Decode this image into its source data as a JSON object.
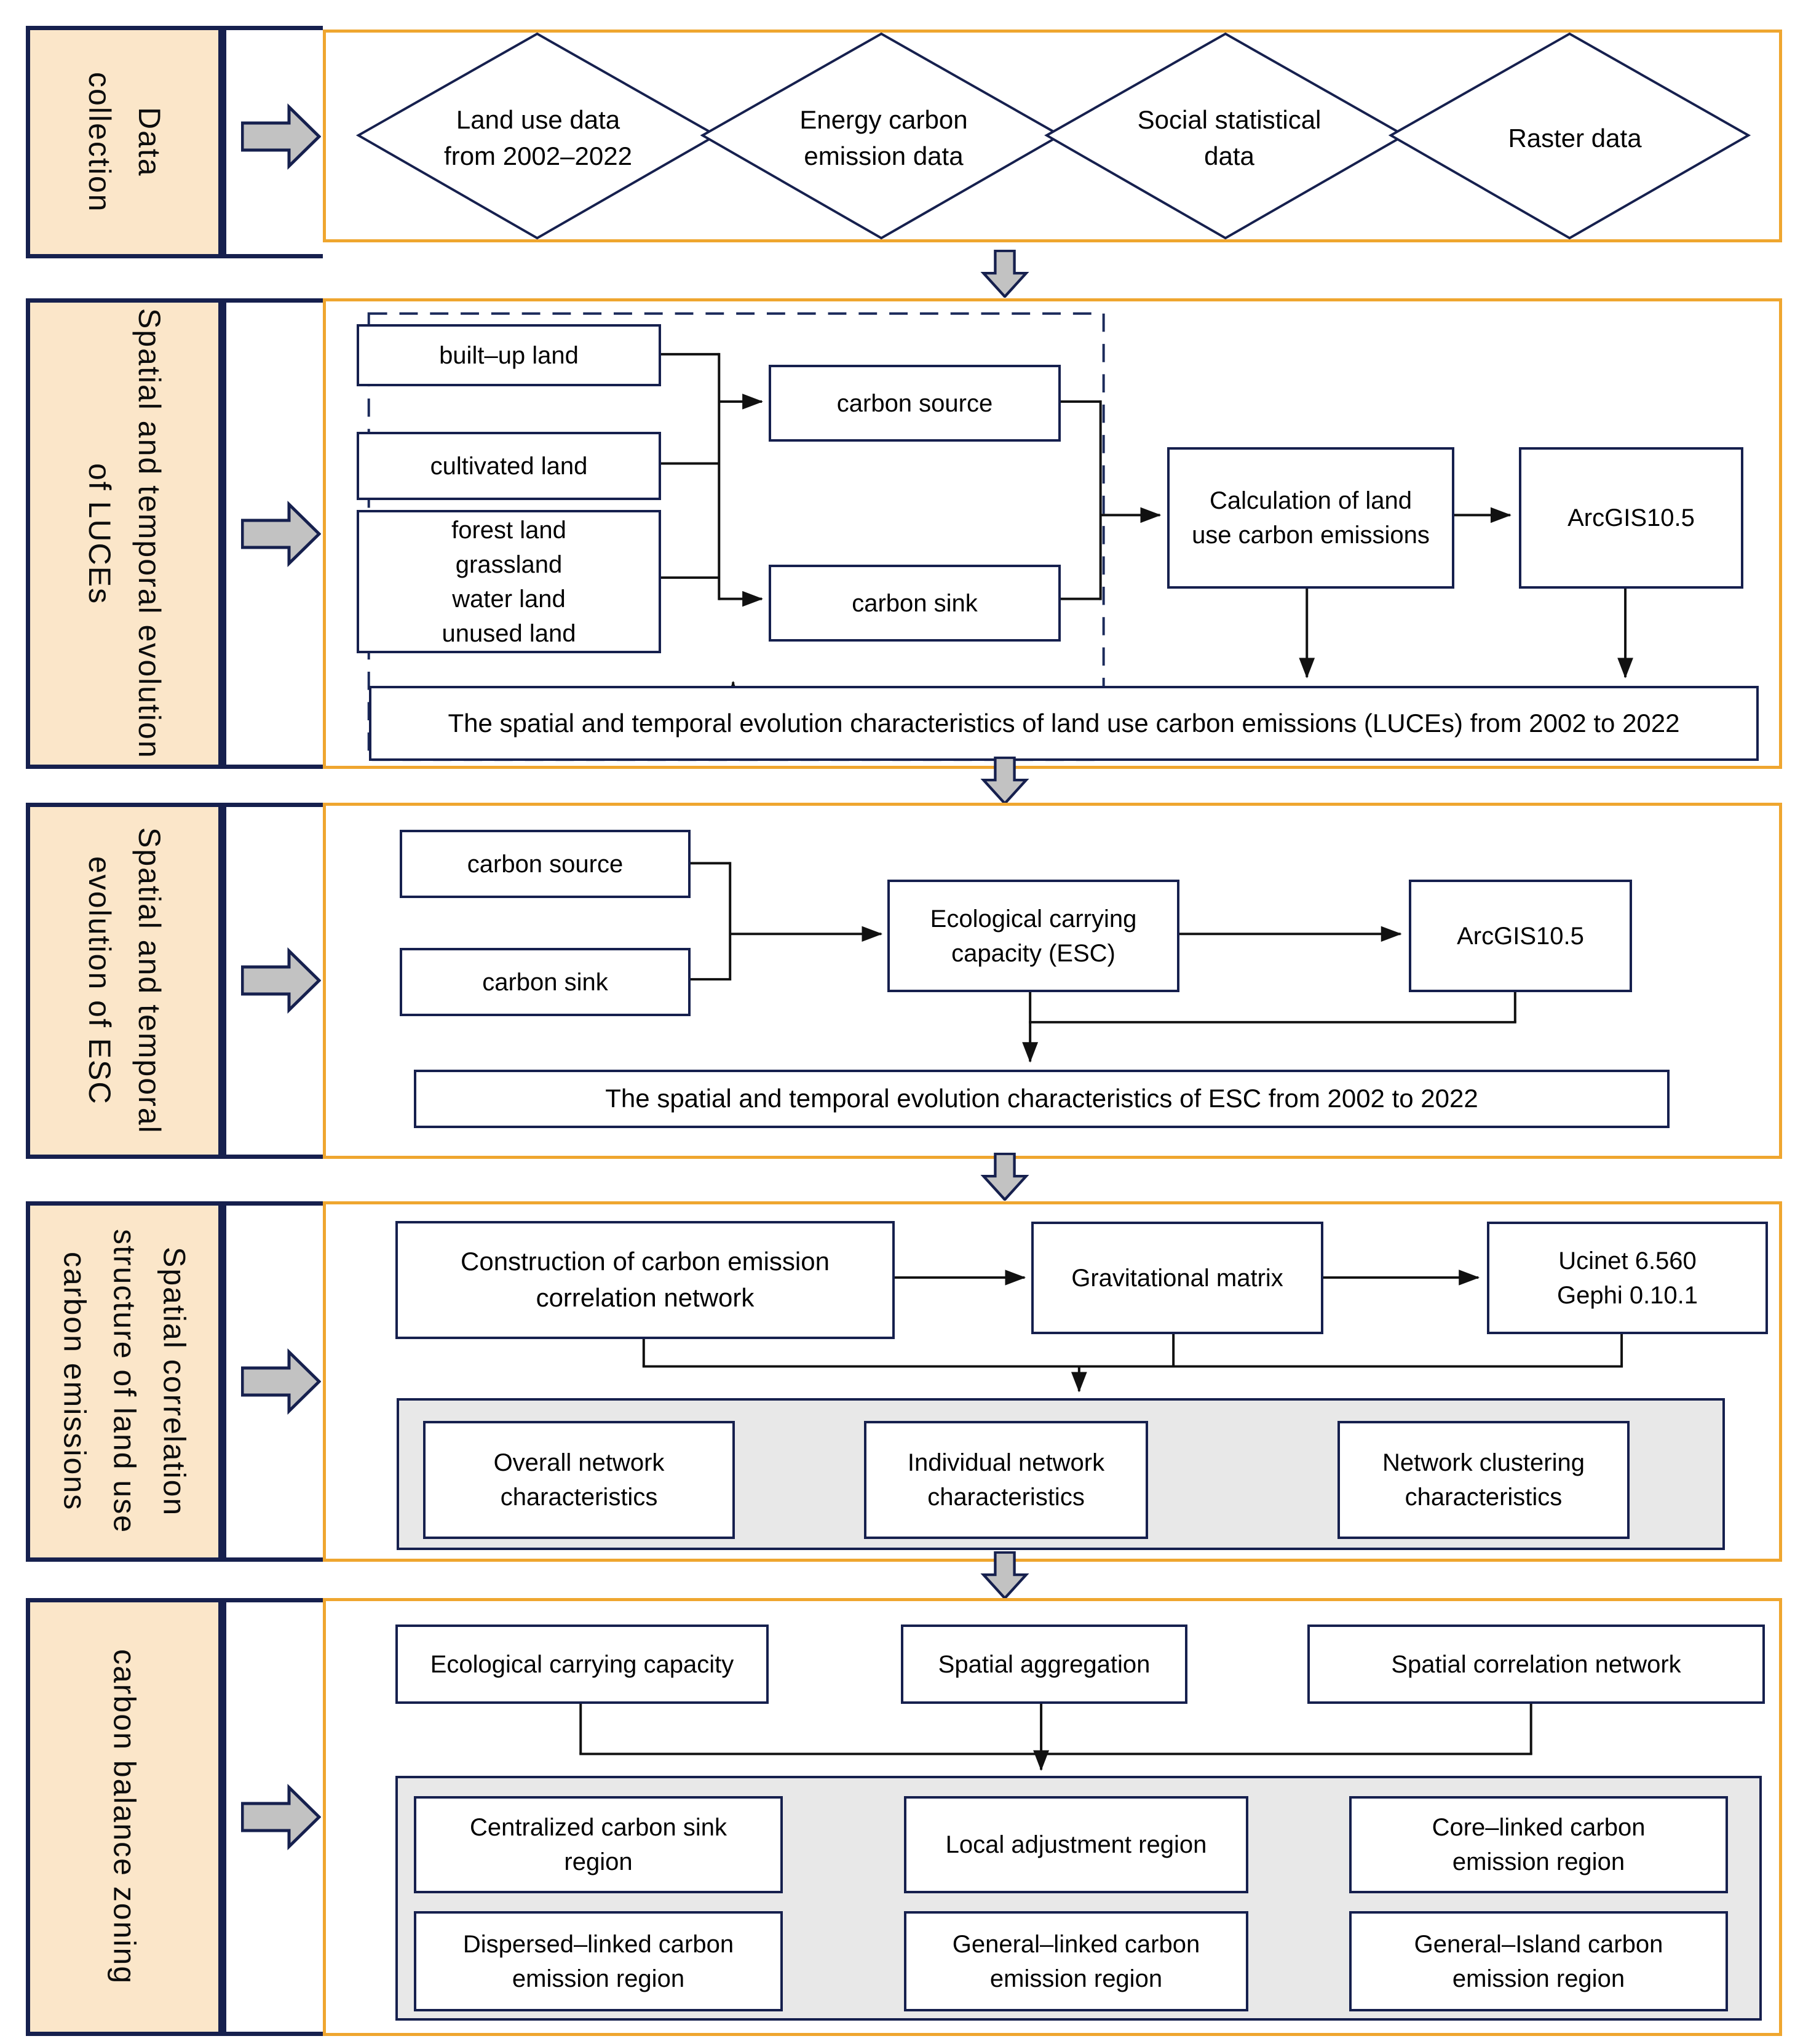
{
  "figure": {
    "type": "flowchart",
    "description": "Research framework flowchart with five banded steps"
  },
  "colors": {
    "navy_border": "#16204E",
    "amber_frame": "#EFA62F",
    "cream_label_fill": "#FBE6C9",
    "gray_container_fill": "#E8E8E8",
    "fat_arrow_fill": "#C2C2C2",
    "connector_line": "#111111"
  },
  "sections": [
    {
      "label": "Data\ncollection",
      "diamonds": [
        "Land use data\nfrom 2002–2022",
        "Energy carbon\nemission data",
        "Social statistical\ndata",
        "Raster data"
      ]
    },
    {
      "label": "Spatial and temporal evolution\nof LUCEs",
      "boxes": {
        "built_up": "built–up land",
        "cultivated": "cultivated land",
        "forest_group": "forest land\ngrassland\nwater land\nunused land",
        "carbon_source": "carbon source",
        "carbon_sink": "carbon sink",
        "calculation": "Calculation of land\nuse carbon emissions",
        "arcgis": "ArcGIS10.5",
        "result": "The spatial and temporal evolution characteristics of land use carbon emissions (LUCEs) from 2002 to 2022"
      }
    },
    {
      "label": "Spatial and temporal\nevolution of ESC",
      "boxes": {
        "carbon_source": "carbon source",
        "carbon_sink": "carbon sink",
        "esc": "Ecological carrying\ncapacity (ESC)",
        "arcgis": "ArcGIS10.5",
        "result": "The spatial and temporal evolution characteristics of ESC from 2002 to 2022"
      }
    },
    {
      "label": "Spatial correlation\nstructure of land use\ncarbon emissions",
      "boxes": {
        "construction": "Construction of carbon emission\ncorrelation network",
        "gravitational": "Gravitational matrix",
        "tools": "Ucinet 6.560\nGephi 0.10.1",
        "overall": "Overall network\ncharacteristics",
        "individual": "Individual network\ncharacteristics",
        "clustering": "Network clustering\ncharacteristics"
      }
    },
    {
      "label": "carbon balance zoning",
      "boxes": {
        "ecc": "Ecological carrying capacity",
        "aggregation": "Spatial aggregation",
        "scn": "Spatial correlation network",
        "centralized": "Centralized carbon sink\nregion",
        "local": "Local adjustment region",
        "core": "Core–linked carbon\nemission region",
        "dispersed": "Dispersed–linked carbon\nemission region",
        "general_linked": "General–linked carbon\nemission region",
        "general_island": "General–Island carbon\nemission region"
      }
    }
  ]
}
